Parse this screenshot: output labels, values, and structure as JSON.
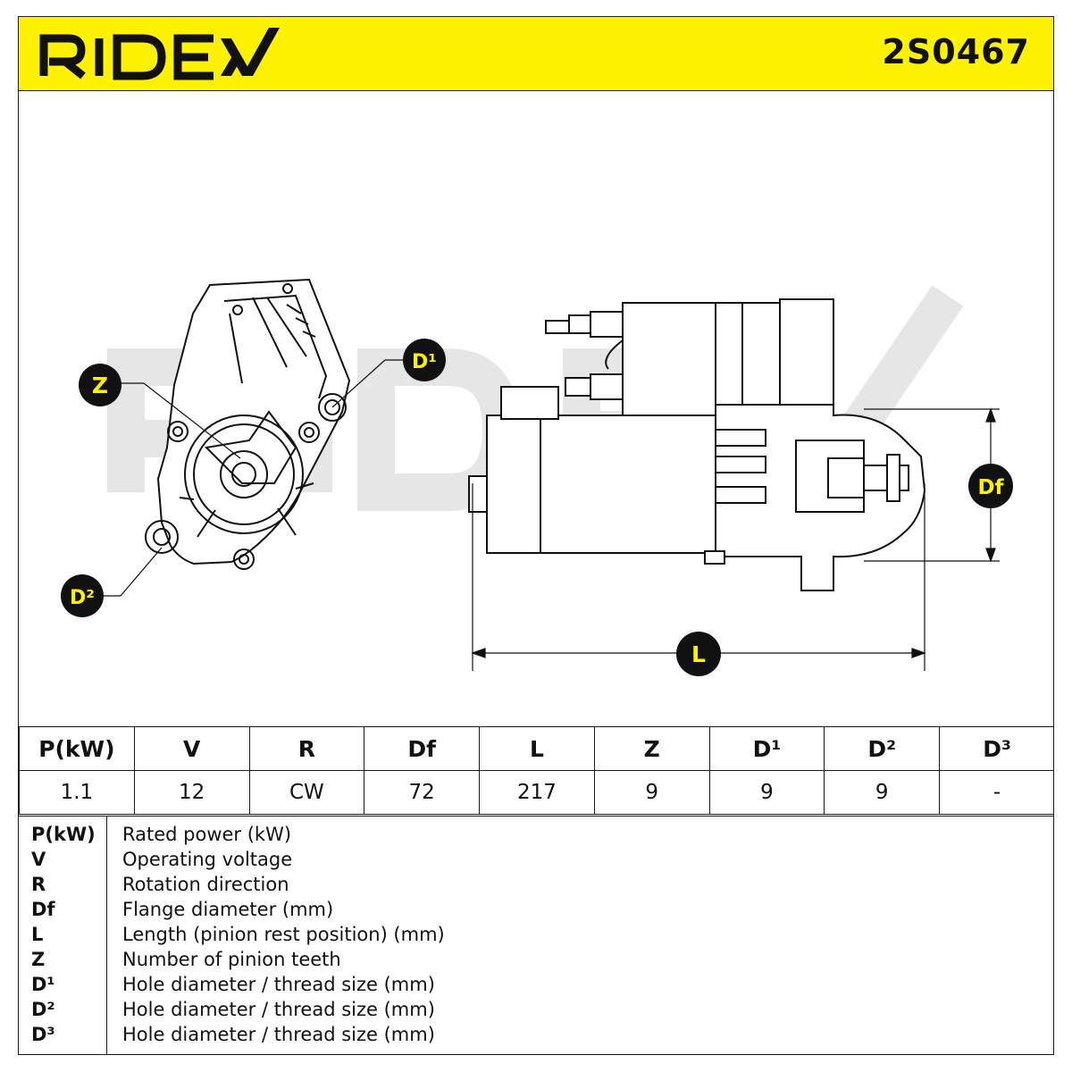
{
  "brand": {
    "name": "RIDEX",
    "accent": "#fff200"
  },
  "part_number": "2S0467",
  "callouts": {
    "z": "Z",
    "d1": "D¹",
    "d2": "D²",
    "df": "Df",
    "l": "L"
  },
  "specs": {
    "headers": [
      "P(kW)",
      "V",
      "R",
      "Df",
      "L",
      "Z",
      "D¹",
      "D²",
      "D³"
    ],
    "values": [
      "1.1",
      "12",
      "CW",
      "72",
      "217",
      "9",
      "9",
      "9",
      "-"
    ]
  },
  "legend": [
    {
      "symbol": "P(kW)",
      "description": "Rated power (kW)"
    },
    {
      "symbol": "V",
      "description": "Operating voltage"
    },
    {
      "symbol": "R",
      "description": "Rotation direction"
    },
    {
      "symbol": "Df",
      "description": "Flange diameter (mm)"
    },
    {
      "symbol": "L",
      "description": "Length (pinion rest position) (mm)"
    },
    {
      "symbol": "Z",
      "description": "Number of pinion teeth"
    },
    {
      "symbol": "D¹",
      "description": "Hole diameter / thread size (mm)"
    },
    {
      "symbol": "D²",
      "description": "Hole diameter / thread size (mm)"
    },
    {
      "symbol": "D³",
      "description": "Hole diameter / thread size (mm)"
    }
  ]
}
